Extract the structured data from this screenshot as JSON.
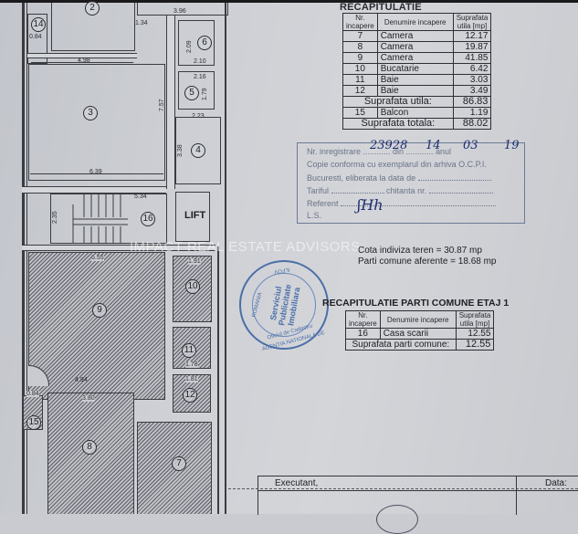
{
  "floor_plan": {
    "rooms": [
      {
        "nr": "2",
        "label": "2"
      },
      {
        "nr": "3",
        "label": "3"
      },
      {
        "nr": "4",
        "label": "4"
      },
      {
        "nr": "5",
        "label": "5"
      },
      {
        "nr": "6",
        "label": "6"
      },
      {
        "nr": "7",
        "label": "7"
      },
      {
        "nr": "8",
        "label": "8"
      },
      {
        "nr": "9",
        "label": "9"
      },
      {
        "nr": "10",
        "label": "10"
      },
      {
        "nr": "11",
        "label": "11"
      },
      {
        "nr": "12",
        "label": "12"
      },
      {
        "nr": "14",
        "label": "14"
      },
      {
        "nr": "15",
        "label": "15"
      },
      {
        "nr": "16",
        "label": "16"
      }
    ],
    "lift_label": "LIFT",
    "dimensions": {
      "d_3_96": "3.96",
      "d_0_84_top": "0.84",
      "d_4_98": "4.98",
      "d_1_34": "1.34",
      "d_2_09": "2.09",
      "d_2_10": "2.10",
      "d_2_16": "2.16",
      "d_1_79": "1.79",
      "d_2_23": "2.23",
      "d_7_57": "7.57",
      "d_3_38": "3.38",
      "d_6_39": "6.39",
      "d_5_34": "5.34",
      "d_2_35": "2.35",
      "d_6_55": "6.55",
      "d_1_91": "1.91",
      "d_1_78": "1.78",
      "d_1_81": "1.81",
      "d_4_94": "4.94",
      "d_3_80": "3.80",
      "d_0_84_bottom": "0.84"
    }
  },
  "recapitulatie": {
    "title": "RECAPITULATIE",
    "headers": {
      "nr": "Nr. incapere",
      "name": "Denumire  incapere",
      "area": "Suprafata utila [mp]"
    },
    "rows": [
      {
        "nr": "7",
        "name": "Camera",
        "area": "12.17"
      },
      {
        "nr": "8",
        "name": "Camera",
        "area": "19.87"
      },
      {
        "nr": "9",
        "name": "Camera",
        "area": "41.85"
      },
      {
        "nr": "10",
        "name": "Bucatarie",
        "area": "6.42"
      },
      {
        "nr": "11",
        "name": "Baie",
        "area": "3.03"
      },
      {
        "nr": "12",
        "name": "Baie",
        "area": "3.49"
      }
    ],
    "suprafata_utila_label": "Suprafata utila:",
    "suprafata_utila_value": "86.83",
    "balcon": {
      "nr": "15",
      "name": "Balcon",
      "area": "1.19"
    },
    "suprafata_totala_label": "Suprafata totala:",
    "suprafata_totala_value": "88.02"
  },
  "ocpi_stamp": {
    "handwritten_number": "23928",
    "handwritten_day": "14",
    "handwritten_month": "03",
    "handwritten_year": "19",
    "line1": "Nr. inregistrare ............ din ............ anul",
    "line2": "Copie conforma cu exemplarul din arhiva O.C.P.I.",
    "line3": "Bucuresti, eliberata la data de",
    "line4_a": "Tariful",
    "line4_b": "chitanta nr.",
    "line5": "Referent",
    "line6": "L.S.",
    "signature": "ʃHh"
  },
  "info": {
    "cota_indiviza_label": "Cota indiviza teren =",
    "cota_indiviza_value": "30.87 mp",
    "parti_comune_label": "Parti comune aferente =",
    "parti_comune_value": "18.68 mp"
  },
  "watermark": "IMPACT REAL ESTATE ADVISORS",
  "round_stamp": {
    "center_text": "Serviciul Publicitate Imobiliara",
    "rim_left": "ROMANIA",
    "rim_bottom": "AGENTIA NATIONALA DE",
    "rim_bottom_inner": "Oficiul de Cadastru",
    "rim_top": "ILFOV"
  },
  "parti_comune": {
    "title": "RECAPITULATIE PARTI COMUNE ETAJ 1",
    "headers": {
      "nr": "Nr. incapere",
      "name": "Denumire  incapere",
      "area": "Suprafata utila [mp]"
    },
    "rows": [
      {
        "nr": "16",
        "name": "Casa scarii",
        "area": "12.55"
      }
    ],
    "total_label": "Suprafata parti comune:",
    "total_value": "12.55"
  },
  "footer": {
    "executant_label": "Executant,",
    "data_label": "Data:"
  }
}
